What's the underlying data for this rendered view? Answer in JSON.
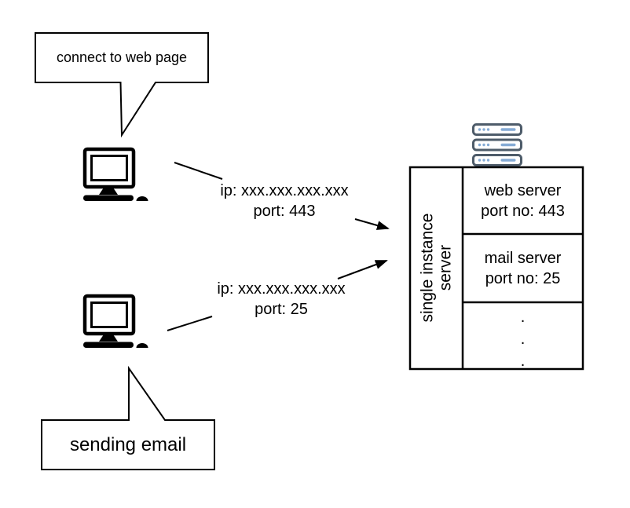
{
  "bubbles": {
    "web_label": "connect to web page",
    "email_label": "sending email"
  },
  "connections": [
    {
      "client": "web client",
      "ip_line": "ip: xxx.xxx.xxx.xxx",
      "port_line": "port: 443"
    },
    {
      "client": "email client",
      "ip_line": "ip: xxx.xxx.xxx.xxx",
      "port_line": "port: 25"
    }
  ],
  "server": {
    "side_label_line1": "single instance",
    "side_label_line2": "server",
    "services": [
      {
        "name_line": "web server",
        "port_line": "port no: 443"
      },
      {
        "name_line": "mail server",
        "port_line": "port no: 25"
      }
    ],
    "ellipsis_dots": [
      ".",
      ".",
      "."
    ]
  },
  "icons": {
    "client": "desktop-computer-icon",
    "server": "server-rack-icon"
  },
  "colors": {
    "rack_outline": "#4e5c6a",
    "rack_accent": "#85abd5",
    "line": "#000000",
    "background": "#ffffff"
  }
}
